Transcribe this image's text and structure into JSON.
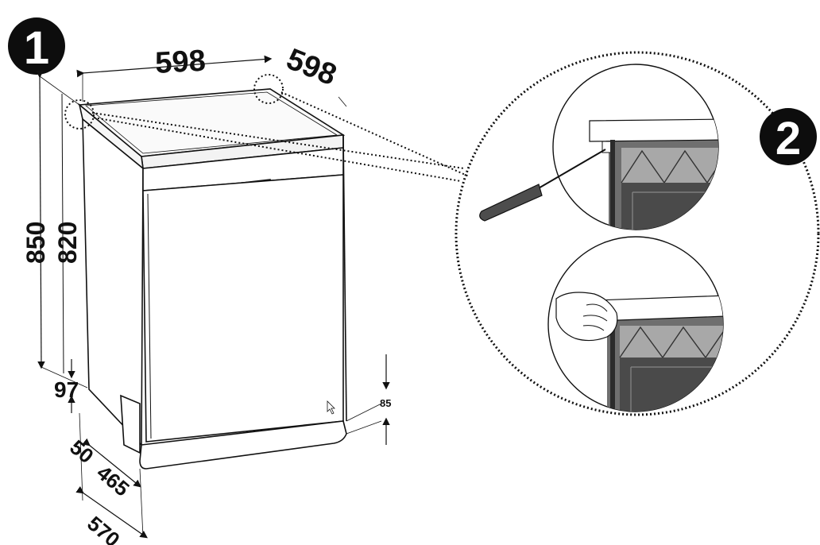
{
  "steps": {
    "step1": "1",
    "step2": "2"
  },
  "dimensions": {
    "width_top": "598",
    "depth_top": "598",
    "height_total": "850",
    "height_body": "820",
    "plinth_height": "97",
    "kick_height": "85",
    "foot_offset": "50",
    "door_depth": "465",
    "total_depth": "570"
  },
  "colors": {
    "line": "#111111",
    "panel": "#6f6f6f",
    "panel_dark": "#4a4a4a",
    "tile": "#a8a8a8",
    "badge": "#0d0d0d"
  }
}
